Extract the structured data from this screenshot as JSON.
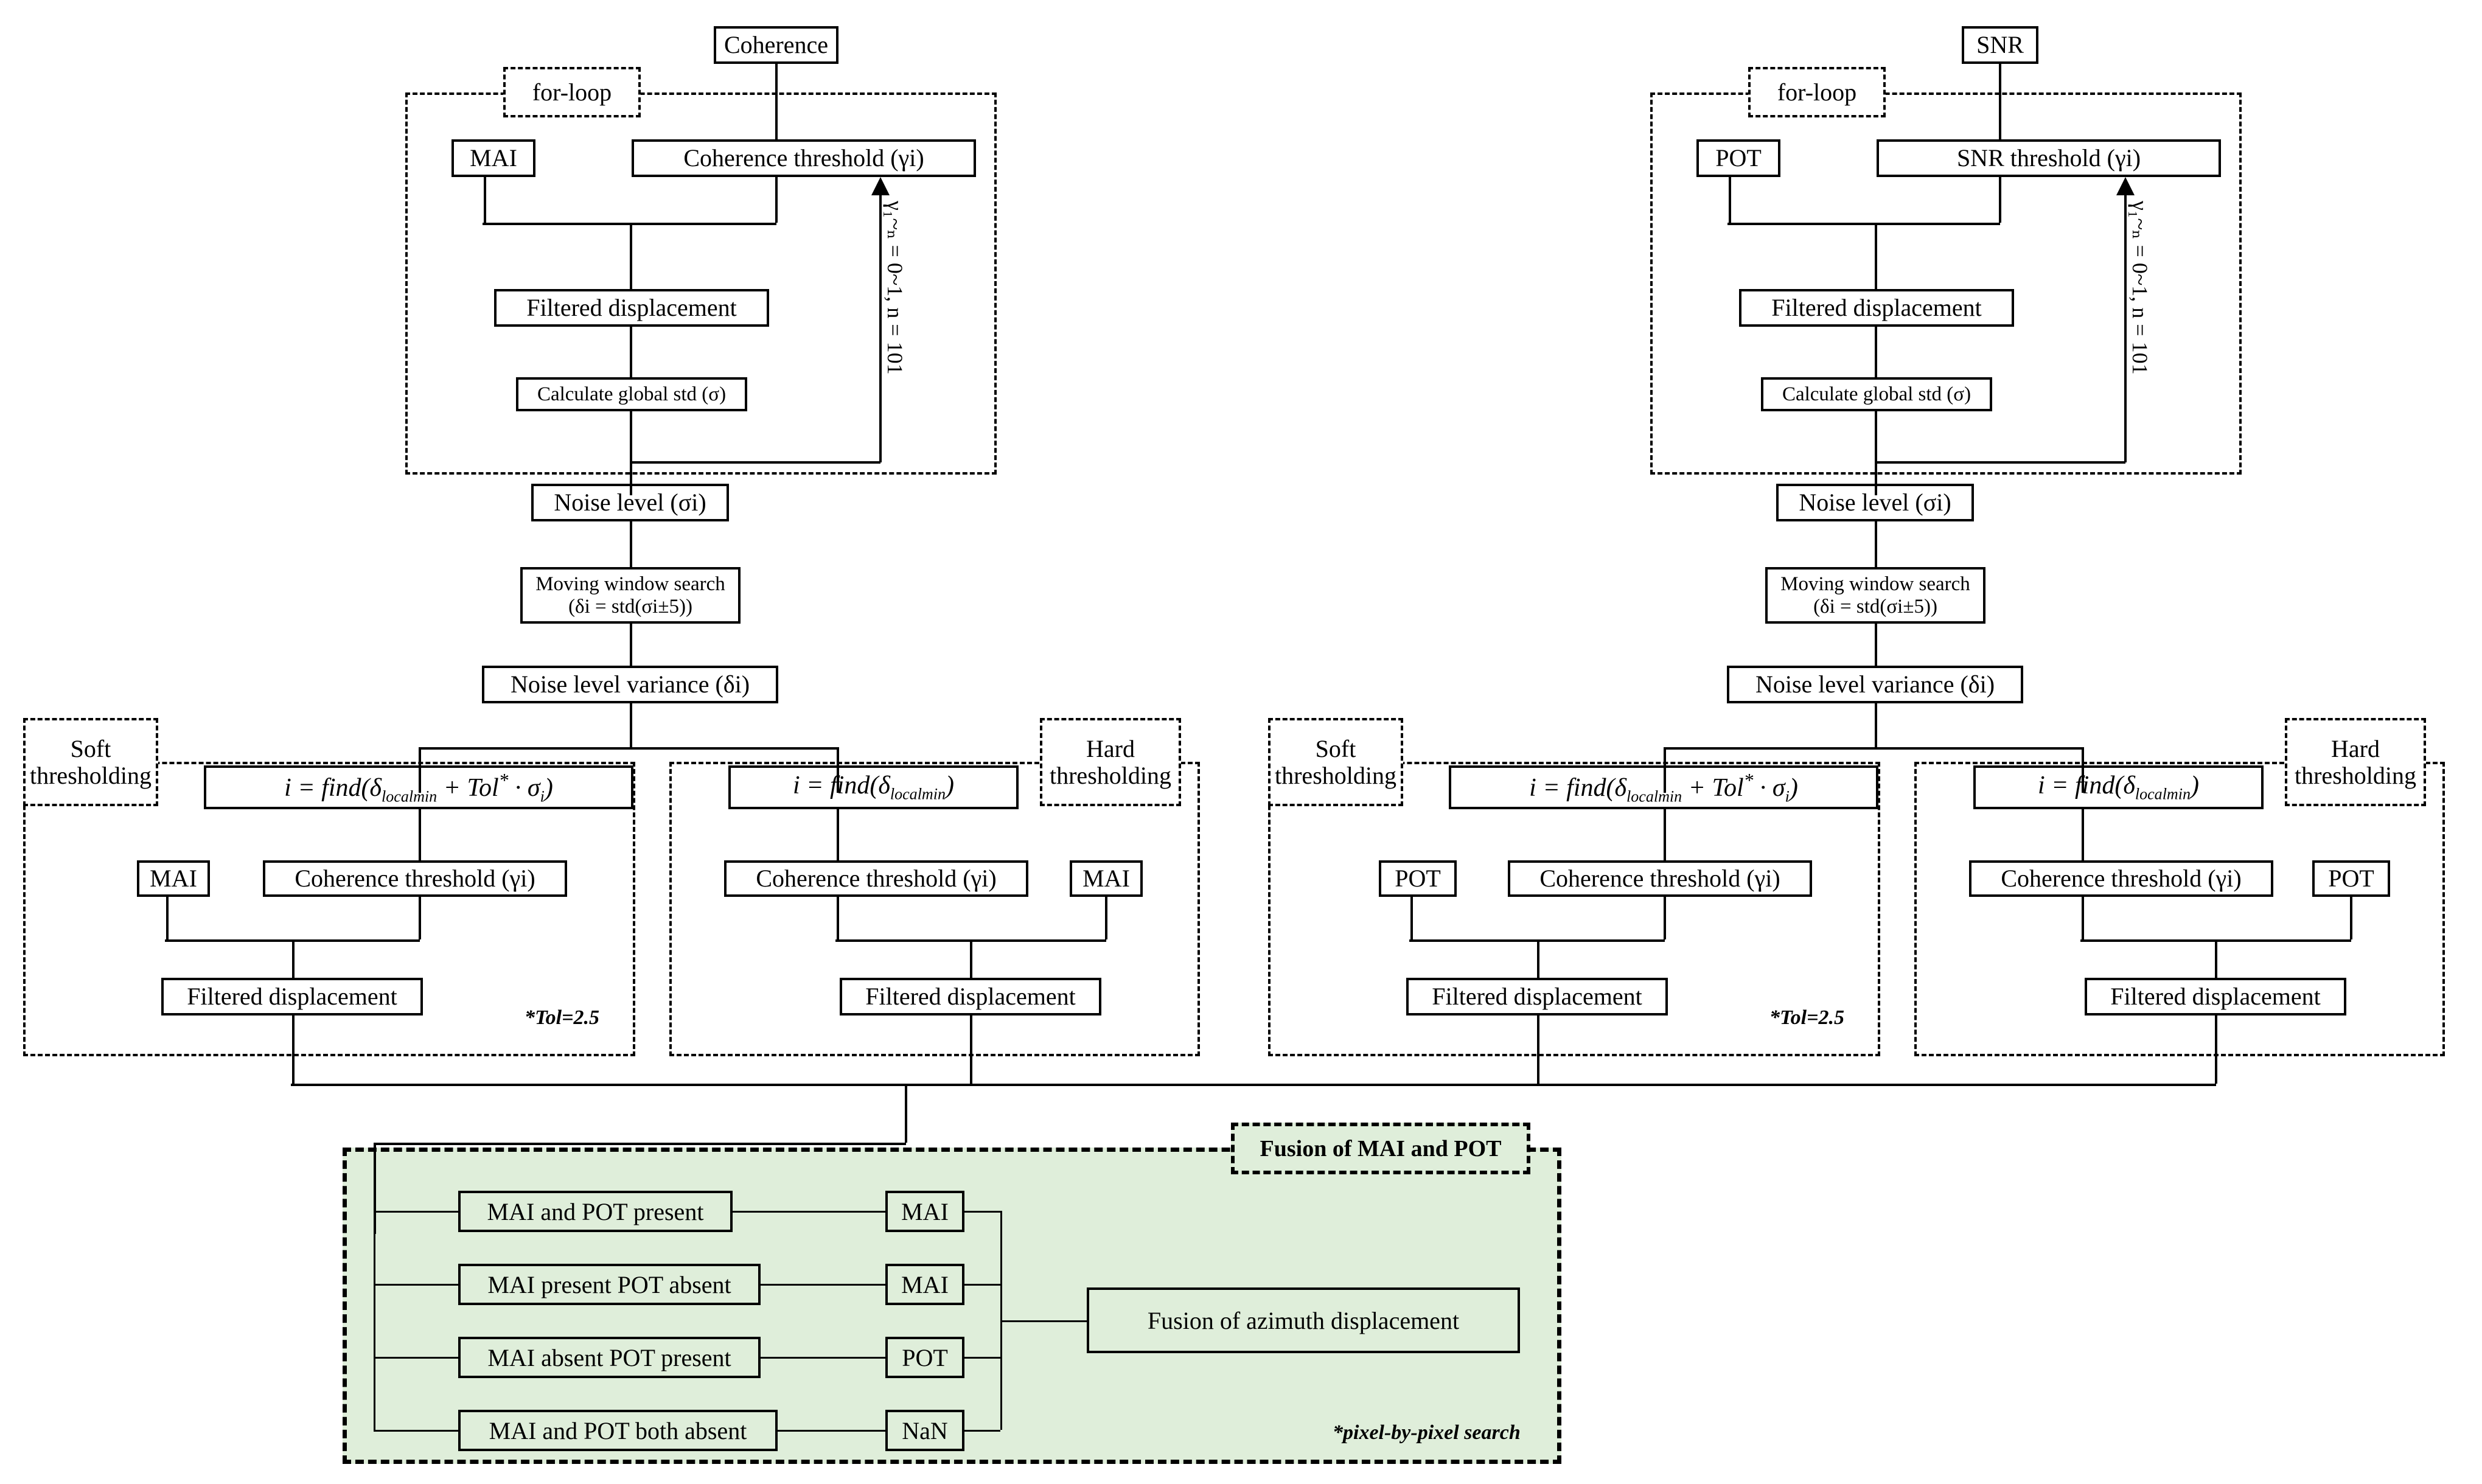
{
  "diagram": {
    "title": "MAI and POT adaptive thresholding and fusion workflow",
    "colors": {
      "panel_green": "#dfeeda",
      "line": "#000000",
      "background": "#ffffff"
    },
    "labels": {
      "for_loop": "for-loop",
      "soft_thresholding": "Soft thresholding",
      "hard_thresholding": "Hard thresholding",
      "fusion_group": "Fusion of MAI and POT",
      "tol_note": "*Tol=2.5",
      "pixel_note": "*pixel-by-pixel search",
      "gamma_range": "γ₁~ₙ = 0~1, n = 101"
    },
    "left_branch": {
      "source": "Coherence",
      "data": "MAI",
      "threshold": "Coherence threshold (γi)",
      "filtered": "Filtered displacement",
      "std": "Calculate global std (σ)",
      "noise_level": "Noise level (σi)",
      "moving_window_line1": "Moving window search",
      "moving_window_line2": "(δi = std(σi±5))",
      "noise_variance": "Noise level variance (δi)",
      "soft_find": "i = find(δlocalmin + Tol* · σi)",
      "hard_find": "i = find(δlocalmin)",
      "soft_threshold_box": "Coherence threshold (γi)",
      "soft_data_box": "MAI",
      "soft_filtered": "Filtered displacement",
      "hard_threshold_box": "Coherence threshold (γi)",
      "hard_data_box": "MAI",
      "hard_filtered": "Filtered displacement"
    },
    "right_branch": {
      "source": "SNR",
      "data": "POT",
      "threshold": "SNR threshold (γi)",
      "filtered": "Filtered displacement",
      "std": "Calculate global std (σ)",
      "noise_level": "Noise level (σi)",
      "moving_window_line1": "Moving window search",
      "moving_window_line2": "(δi = std(σi±5))",
      "noise_variance": "Noise level variance (δi)",
      "soft_find": "i = find(δlocalmin + Tol* · σi)",
      "hard_find": "i = find(δlocalmin)",
      "soft_threshold_box": "Coherence threshold (γi)",
      "soft_data_box": "POT",
      "soft_filtered": "Filtered displacement",
      "hard_threshold_box": "Coherence threshold (γi)",
      "hard_data_box": "POT",
      "hard_filtered": "Filtered displacement"
    },
    "fusion": {
      "rules": [
        {
          "condition": "MAI and POT present",
          "result": "MAI"
        },
        {
          "condition": "MAI present POT absent",
          "result": "MAI"
        },
        {
          "condition": "MAI absent POT present",
          "result": "POT"
        },
        {
          "condition": "MAI and POT both absent",
          "result": "NaN"
        }
      ],
      "output": "Fusion of azimuth displacement"
    }
  }
}
